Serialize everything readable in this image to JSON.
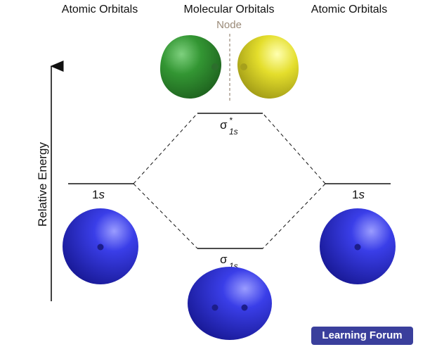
{
  "headers": {
    "left": "Atomic Orbitals",
    "center": "Molecular Orbitals",
    "right": "Atomic Orbitals"
  },
  "node_label": "Node",
  "y_axis_label": "Relative Energy",
  "levels": {
    "left_ao": {
      "label": "1",
      "italic": "s"
    },
    "right_ao": {
      "label": "1",
      "italic": "s"
    },
    "antibonding": {
      "symbol": "σ",
      "superscript": "*",
      "subscript": "1s"
    },
    "bonding": {
      "symbol": "σ",
      "subscript": "1s"
    }
  },
  "colors": {
    "ao_sphere": "#2b2fd0",
    "bonding_lobe": "#2b2fd0",
    "antibonding_lobe_left": "#2f8a2f",
    "antibonding_lobe_right": "#e2dc2a",
    "node_line": "#9a8a78",
    "badge": "#3a3f9c"
  },
  "badge_text": "Learning Forum"
}
